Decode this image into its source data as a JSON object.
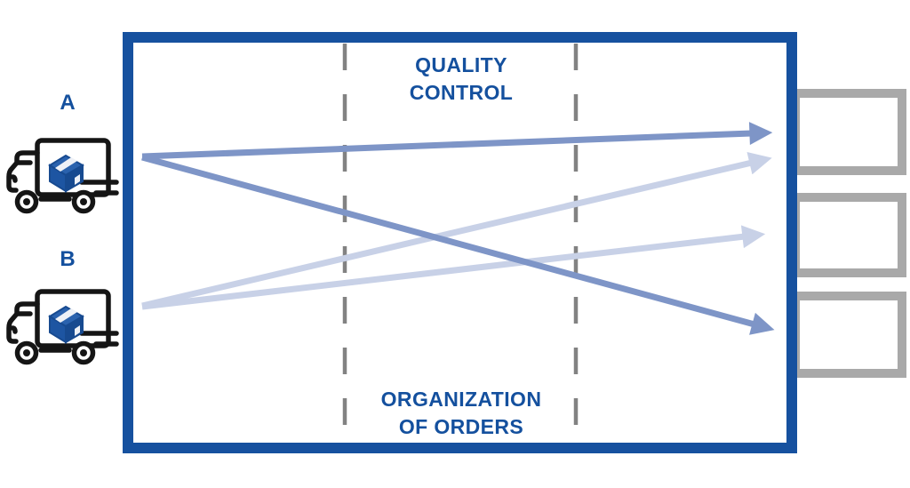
{
  "diagram_title": "order-processing-flow",
  "sources": [
    {
      "id": "A",
      "label": "A",
      "icon": "delivery-truck-icon"
    },
    {
      "id": "B",
      "label": "B",
      "icon": "delivery-truck-icon"
    }
  ],
  "process": {
    "top_stage_line1": "QUALITY",
    "top_stage_line2": "CONTROL",
    "bottom_stage_line1": "ORGANIZATION",
    "bottom_stage_line2": "OF ORDERS",
    "divider_count": 2
  },
  "targets": [
    {
      "id": "output-slot-1"
    },
    {
      "id": "output-slot-2"
    },
    {
      "id": "output-slot-3"
    }
  ],
  "arrows": [
    {
      "from": "A",
      "to": "output-slot-1",
      "tone": "dark"
    },
    {
      "from": "A",
      "to": "output-slot-3",
      "tone": "dark"
    },
    {
      "from": "B",
      "to": "output-slot-1",
      "tone": "light"
    },
    {
      "from": "B",
      "to": "output-slot-2",
      "tone": "light"
    }
  ],
  "colors": {
    "box_border": "#16519f",
    "text_navy": "#14509e",
    "arrow_dark": "#7e95c7",
    "arrow_light": "#c8d1e7",
    "dash_gray": "#828282",
    "target_gray": "#a9a9a9",
    "truck_outline": "#151515",
    "package_blue": "#1d55a2"
  }
}
